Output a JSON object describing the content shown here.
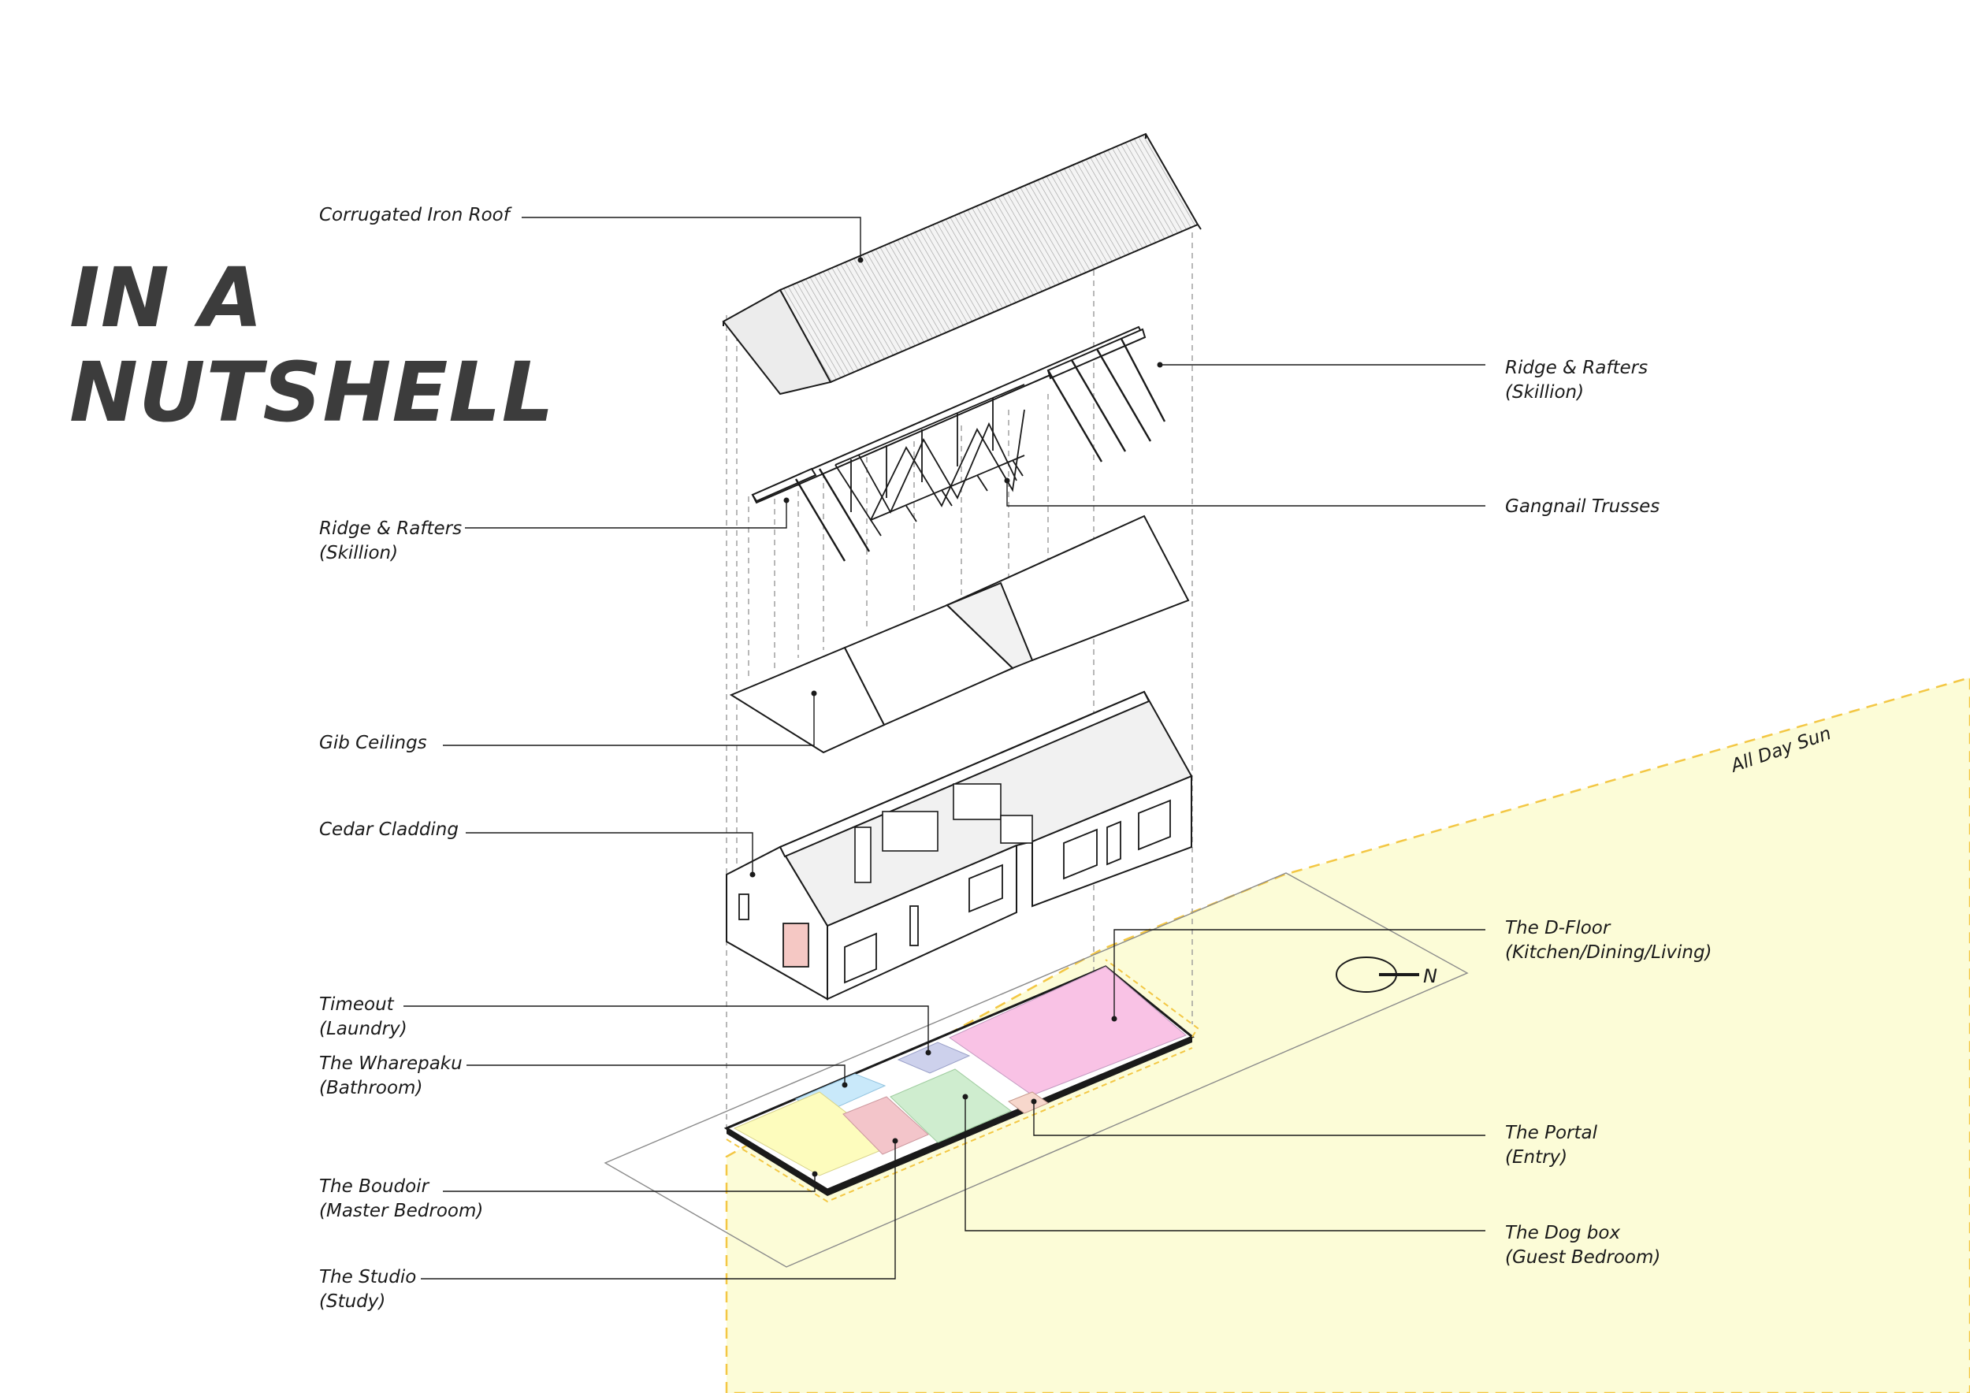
{
  "title": {
    "line1": "IN A",
    "line2": "NUTSHELL"
  },
  "colors": {
    "sun_fill": "#fcfcd7",
    "sun_edge": "#f3c744",
    "the_d_floor": "#f9c2e5",
    "the_dog_box": "#cfedcf",
    "the_boudoir": "#fdfcbd",
    "the_studio": "#f3c5ca",
    "the_wharepaku": "#c9e9fa",
    "timeout": "#cdd1ec",
    "the_portal": "#f7d7cc",
    "cladding_window_accent": "#f5c8c4",
    "ink": "#1a1a1a"
  },
  "components": {
    "roof": "Corrugated Iron Roof",
    "rafters_right": {
      "line1": "Ridge & Rafters",
      "line2": "(Skillion)"
    },
    "rafters_left": {
      "line1": "Ridge & Rafters",
      "line2": "(Skillion)"
    },
    "trusses": "Gangnail Trusses",
    "ceilings": "Gib Ceilings",
    "cladding": "Cedar Cladding"
  },
  "rooms": {
    "d_floor": {
      "name": "The D-Floor",
      "use": "(Kitchen/Dining/Living)"
    },
    "timeout": {
      "name": "Timeout",
      "use": "(Laundry)"
    },
    "wharepaku": {
      "name": "The Wharepaku",
      "use": "(Bathroom)"
    },
    "portal": {
      "name": "The Portal",
      "use": "(Entry)"
    },
    "boudoir": {
      "name": "The Boudoir",
      "use": "(Master Bedroom)"
    },
    "dog_box": {
      "name": "The Dog box",
      "use": "(Guest Bedroom)"
    },
    "studio": {
      "name": "The Studio",
      "use": "(Study)"
    }
  },
  "site": {
    "sun_label": "All Day Sun",
    "north_label": "N"
  }
}
